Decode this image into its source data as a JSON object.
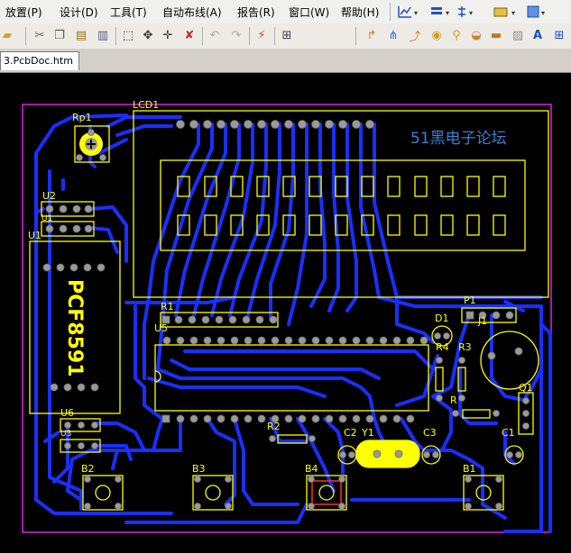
{
  "menu": {
    "items": [
      "放置(P)",
      "设计(D)",
      "工具(T)",
      "自动布线(A)",
      "报告(R)",
      "窗口(W)",
      "帮助(H)"
    ]
  },
  "toolbar": {
    "icons": [
      "folder-icon",
      "cut-icon",
      "copy-icon",
      "paste-icon",
      "clipboard-icon",
      "select-rect-icon",
      "move-icon",
      "cross-icon",
      "deselect-icon",
      "undo-icon",
      "redo-icon",
      "wand-icon",
      "zoom-icon",
      "route-icon",
      "junction-icon",
      "arc-icon",
      "via-icon",
      "pad-icon",
      "fill-icon",
      "polygon-icon",
      "string-icon",
      "chart-icon",
      "align-icon",
      "grid-icon"
    ]
  },
  "tab": {
    "label": "3.PcbDoc.htm"
  },
  "pcb": {
    "watermark": "51黑电子论坛",
    "chip_label": "PCF8591",
    "designators": {
      "lcd": "LCD1",
      "rp1": "Rp1",
      "u2": "U2",
      "u1a": "U1",
      "u1b": "U1",
      "r1": "R1",
      "u5": "U5",
      "p1": "P1",
      "d1": "D1",
      "j1": "J1",
      "r4": "R4",
      "r3": "R3",
      "r": "R",
      "q1": "Q1",
      "u6": "U6",
      "u3": "U3",
      "r2": "R2",
      "c2": "C2",
      "y1": "Y1",
      "c3": "C3",
      "c1": "C1",
      "b2": "B2",
      "b3": "B3",
      "b4": "B4",
      "b1": "B1"
    },
    "colors": {
      "background": "#000000",
      "board_outline": "#e020e0",
      "top_layer": "#1a2fff",
      "silkscreen": "#ffff00",
      "pad": "#9a9a9a",
      "watermark": "#3a7fd0"
    }
  }
}
